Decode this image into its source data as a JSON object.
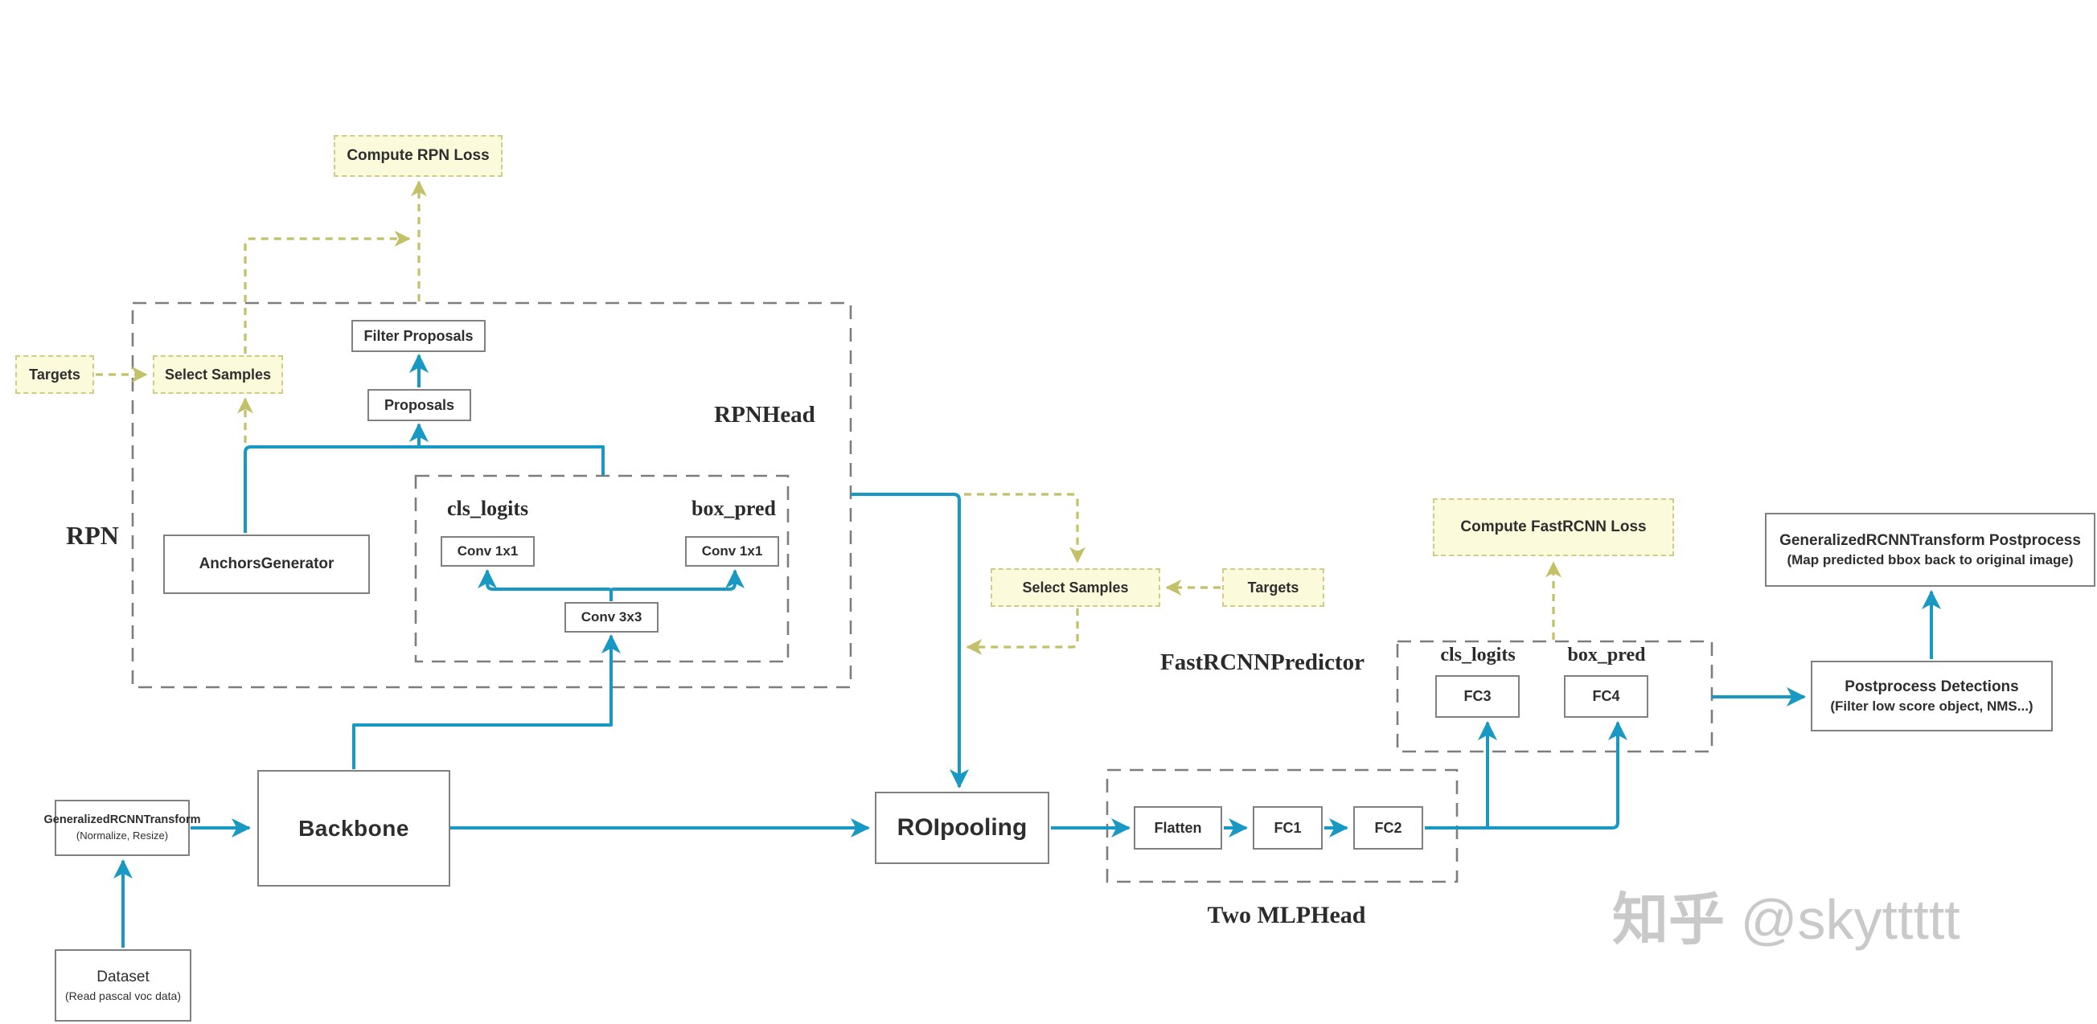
{
  "diagram": {
    "colors": {
      "flow_arrow": "#1899c4",
      "loss_flow_arrow": "#c3c168",
      "loss_box_bg": "#fbfada",
      "loss_box_border": "#cfcc8a",
      "box_border": "#808080",
      "container_border": "#7d7d7d",
      "text": "#2e2e2e",
      "watermark": "#c9c9c9"
    },
    "containers": {
      "rpn": {
        "label": "RPN"
      },
      "rpn_head": {
        "label": "RPNHead"
      },
      "fastrcnn_predictor": {
        "label": "FastRCNNPredictor"
      },
      "two_mlp_head": {
        "label": "Two MLPHead"
      }
    },
    "nodes": {
      "compute_rpn_loss": "Compute RPN Loss",
      "targets_rpn": "Targets",
      "select_samples_rpn": "Select Samples",
      "filter_proposals": "Filter Proposals",
      "proposals": "Proposals",
      "anchors_generator": "AnchorsGenerator",
      "cls_logits_rpn": "cls_logits",
      "box_pred_rpn": "box_pred",
      "conv1x1_cls": "Conv 1x1",
      "conv1x1_box": "Conv 1x1",
      "conv3x3": "Conv 3x3",
      "transform_title": "GeneralizedRCNNTransform",
      "transform_sub": "(Normalize, Resize)",
      "backbone": "Backbone",
      "dataset_title": "Dataset",
      "dataset_sub": "(Read pascal voc data)",
      "roipooling": "ROIpooling",
      "flatten": "Flatten",
      "fc1": "FC1",
      "fc2": "FC2",
      "select_samples_roi": "Select Samples",
      "targets_roi": "Targets",
      "compute_fastrcnn_loss": "Compute FastRCNN Loss",
      "cls_logits_frcnn": "cls_logits",
      "box_pred_frcnn": "box_pred",
      "fc3": "FC3",
      "fc4": "FC4",
      "postprocess_title": "Postprocess Detections",
      "postprocess_sub": "(Filter low score object,  NMS...)",
      "transform_post_title": "GeneralizedRCNNTransform   Postprocess",
      "transform_post_sub": "(Map predicted bbox back to original image)"
    },
    "watermark_cjk": "知乎",
    "watermark_handle": "@skyttttt"
  }
}
